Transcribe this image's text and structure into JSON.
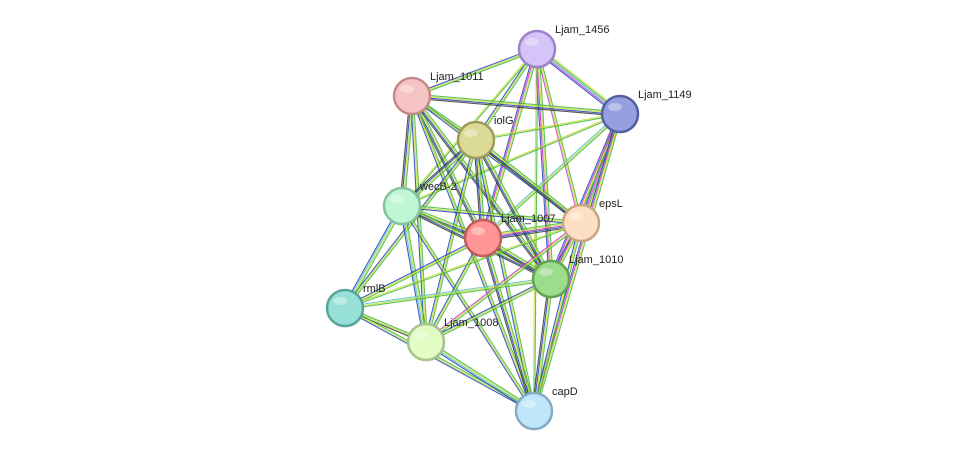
{
  "nodes": [
    {
      "id": "Ljam_1456",
      "label": "Ljam_1456",
      "fill": "#d4c4f7",
      "stroke": "#9b83c9"
    },
    {
      "id": "Ljam_1011",
      "label": "Ljam_1011",
      "fill": "#f7c4c4",
      "stroke": "#c48a8a"
    },
    {
      "id": "Ljam_1149",
      "label": "Ljam_1149",
      "fill": "#96a0e0",
      "stroke": "#5560a0"
    },
    {
      "id": "iolG",
      "label": "iolG",
      "fill": "#dcdb96",
      "stroke": "#9c9b5a"
    },
    {
      "id": "wecB-2",
      "label": "wecB-2",
      "fill": "#bff7d6",
      "stroke": "#85c2a0"
    },
    {
      "id": "epsL",
      "label": "epsL",
      "fill": "#fde0c4",
      "stroke": "#c9a584"
    },
    {
      "id": "Ljam_1007",
      "label": "Ljam_1007",
      "fill": "#ff9595",
      "stroke": "#c25b5b"
    },
    {
      "id": "Ljam_1010",
      "label": "Ljam_1010",
      "fill": "#9ddc8a",
      "stroke": "#62a352"
    },
    {
      "id": "rmlB",
      "label": "rmlB",
      "fill": "#97e0d8",
      "stroke": "#5aa39b"
    },
    {
      "id": "Ljam_1008",
      "label": "Ljam_1008",
      "fill": "#e1fcc4",
      "stroke": "#a7c28a"
    },
    {
      "id": "capD",
      "label": "capD",
      "fill": "#bfe6fa",
      "stroke": "#85abc0"
    }
  ],
  "edges": [
    {
      "a": "Ljam_1456",
      "b": "Ljam_1011",
      "colors": [
        "#3cb83c",
        "#c9dd33",
        "#1f3fb8"
      ]
    },
    {
      "a": "Ljam_1456",
      "b": "Ljam_1149",
      "colors": [
        "#c9dd33",
        "#3cb83c",
        "#53c0d6",
        "#cc33cc",
        "#1f3fb8"
      ]
    },
    {
      "a": "Ljam_1456",
      "b": "iolG",
      "colors": [
        "#3cb83c",
        "#c9dd33",
        "#1f3fb8"
      ]
    },
    {
      "a": "Ljam_1456",
      "b": "wecB-2",
      "colors": [
        "#3cb83c",
        "#c9dd33"
      ]
    },
    {
      "a": "Ljam_1456",
      "b": "Ljam_1007",
      "colors": [
        "#3cb83c",
        "#c9dd33",
        "#cc33cc",
        "#1f3fb8"
      ]
    },
    {
      "a": "Ljam_1456",
      "b": "epsL",
      "colors": [
        "#3cb83c",
        "#c9dd33",
        "#cc33cc"
      ]
    },
    {
      "a": "Ljam_1456",
      "b": "Ljam_1010",
      "colors": [
        "#3cb83c",
        "#c9dd33",
        "#cc33cc",
        "#1f3fb8"
      ]
    },
    {
      "a": "Ljam_1456",
      "b": "capD",
      "colors": [
        "#3cb83c",
        "#c9dd33"
      ]
    },
    {
      "a": "Ljam_1011",
      "b": "Ljam_1149",
      "colors": [
        "#3cb83c",
        "#c9dd33",
        "#1f3fb8",
        "#333333"
      ]
    },
    {
      "a": "Ljam_1011",
      "b": "iolG",
      "colors": [
        "#3cb83c",
        "#c9dd33",
        "#1f3fb8"
      ]
    },
    {
      "a": "Ljam_1011",
      "b": "wecB-2",
      "colors": [
        "#3cb83c",
        "#c9dd33",
        "#1f3fb8",
        "#333333"
      ]
    },
    {
      "a": "Ljam_1011",
      "b": "Ljam_1007",
      "colors": [
        "#3cb83c",
        "#c9dd33",
        "#1f3fb8",
        "#333333"
      ]
    },
    {
      "a": "Ljam_1011",
      "b": "epsL",
      "colors": [
        "#3cb83c",
        "#c9dd33",
        "#1f3fb8"
      ]
    },
    {
      "a": "Ljam_1011",
      "b": "Ljam_1010",
      "colors": [
        "#3cb83c",
        "#c9dd33",
        "#1f3fb8",
        "#333333"
      ]
    },
    {
      "a": "Ljam_1011",
      "b": "Ljam_1008",
      "colors": [
        "#3cb83c",
        "#c9dd33",
        "#1f3fb8"
      ]
    },
    {
      "a": "Ljam_1011",
      "b": "capD",
      "colors": [
        "#3cb83c",
        "#c9dd33",
        "#1f3fb8"
      ]
    },
    {
      "a": "Ljam_1149",
      "b": "iolG",
      "colors": [
        "#3cb83c",
        "#c9dd33"
      ]
    },
    {
      "a": "Ljam_1149",
      "b": "wecB-2",
      "colors": [
        "#3cb83c",
        "#c9dd33"
      ]
    },
    {
      "a": "Ljam_1149",
      "b": "Ljam_1007",
      "colors": [
        "#3cb83c",
        "#c9dd33",
        "#53c0d6"
      ]
    },
    {
      "a": "Ljam_1149",
      "b": "epsL",
      "colors": [
        "#c9dd33",
        "#3cb83c",
        "#cc33cc",
        "#1f3fb8",
        "#c9dd33"
      ]
    },
    {
      "a": "Ljam_1149",
      "b": "Ljam_1010",
      "colors": [
        "#3cb83c",
        "#c9dd33",
        "#cc33cc",
        "#1f3fb8"
      ]
    },
    {
      "a": "Ljam_1149",
      "b": "capD",
      "colors": [
        "#3cb83c",
        "#c9dd33",
        "#cc33cc",
        "#1f3fb8"
      ]
    },
    {
      "a": "iolG",
      "b": "wecB-2",
      "colors": [
        "#3cb83c",
        "#c9dd33",
        "#1f3fb8",
        "#333333"
      ]
    },
    {
      "a": "iolG",
      "b": "Ljam_1007",
      "colors": [
        "#3cb83c",
        "#c9dd33",
        "#1f3fb8",
        "#333333"
      ]
    },
    {
      "a": "iolG",
      "b": "epsL",
      "colors": [
        "#3cb83c",
        "#c9dd33",
        "#1f3fb8",
        "#333333"
      ]
    },
    {
      "a": "iolG",
      "b": "Ljam_1010",
      "colors": [
        "#3cb83c",
        "#c9dd33",
        "#1f3fb8",
        "#333333"
      ]
    },
    {
      "a": "iolG",
      "b": "rmlB",
      "colors": [
        "#3cb83c",
        "#c9dd33",
        "#1f3fb8"
      ]
    },
    {
      "a": "iolG",
      "b": "Ljam_1008",
      "colors": [
        "#3cb83c",
        "#c9dd33",
        "#1f3fb8"
      ]
    },
    {
      "a": "iolG",
      "b": "capD",
      "colors": [
        "#3cb83c",
        "#c9dd33",
        "#1f3fb8"
      ]
    },
    {
      "a": "wecB-2",
      "b": "Ljam_1007",
      "colors": [
        "#3cb83c",
        "#c9dd33",
        "#1f3fb8",
        "#333333"
      ]
    },
    {
      "a": "wecB-2",
      "b": "epsL",
      "colors": [
        "#3cb83c",
        "#c9dd33",
        "#1f3fb8"
      ]
    },
    {
      "a": "wecB-2",
      "b": "Ljam_1010",
      "colors": [
        "#3cb83c",
        "#c9dd33",
        "#1f3fb8",
        "#333333"
      ]
    },
    {
      "a": "wecB-2",
      "b": "rmlB",
      "colors": [
        "#3cb83c",
        "#c9dd33",
        "#53c0d6",
        "#1f3fb8"
      ]
    },
    {
      "a": "wecB-2",
      "b": "Ljam_1008",
      "colors": [
        "#3cb83c",
        "#c9dd33",
        "#53c0d6",
        "#1f3fb8"
      ]
    },
    {
      "a": "wecB-2",
      "b": "capD",
      "colors": [
        "#3cb83c",
        "#c9dd33",
        "#1f3fb8"
      ]
    },
    {
      "a": "Ljam_1007",
      "b": "epsL",
      "colors": [
        "#3cb83c",
        "#c9dd33",
        "#cc33cc",
        "#1f3fb8",
        "#333333"
      ]
    },
    {
      "a": "Ljam_1007",
      "b": "Ljam_1010",
      "colors": [
        "#3cb83c",
        "#c9dd33",
        "#1f3fb8",
        "#333333"
      ]
    },
    {
      "a": "Ljam_1007",
      "b": "rmlB",
      "colors": [
        "#3cb83c",
        "#c9dd33",
        "#1f3fb8"
      ]
    },
    {
      "a": "Ljam_1007",
      "b": "Ljam_1008",
      "colors": [
        "#3cb83c",
        "#c9dd33",
        "#1f3fb8"
      ]
    },
    {
      "a": "Ljam_1007",
      "b": "capD",
      "colors": [
        "#3cb83c",
        "#c9dd33",
        "#1f3fb8",
        "#333333"
      ]
    },
    {
      "a": "epsL",
      "b": "Ljam_1010",
      "colors": [
        "#3cb83c",
        "#c9dd33",
        "#cc33cc",
        "#1f3fb8"
      ]
    },
    {
      "a": "epsL",
      "b": "rmlB",
      "colors": [
        "#3cb83c",
        "#c9dd33"
      ]
    },
    {
      "a": "epsL",
      "b": "Ljam_1008",
      "colors": [
        "#3cb83c",
        "#c9dd33",
        "#cc33cc"
      ]
    },
    {
      "a": "epsL",
      "b": "capD",
      "colors": [
        "#3cb83c",
        "#c9dd33",
        "#1f3fb8"
      ]
    },
    {
      "a": "Ljam_1010",
      "b": "rmlB",
      "colors": [
        "#3cb83c",
        "#c9dd33",
        "#53c0d6"
      ]
    },
    {
      "a": "Ljam_1010",
      "b": "Ljam_1008",
      "colors": [
        "#3cb83c",
        "#c9dd33",
        "#1f3fb8"
      ]
    },
    {
      "a": "Ljam_1010",
      "b": "capD",
      "colors": [
        "#3cb83c",
        "#c9dd33",
        "#1f3fb8",
        "#333333"
      ]
    },
    {
      "a": "rmlB",
      "b": "Ljam_1008",
      "colors": [
        "#3cb83c",
        "#c9dd33",
        "#333333"
      ]
    },
    {
      "a": "rmlB",
      "b": "capD",
      "colors": [
        "#3cb83c",
        "#c9dd33",
        "#1f3fb8"
      ]
    },
    {
      "a": "Ljam_1008",
      "b": "capD",
      "colors": [
        "#3cb83c",
        "#c9dd33",
        "#53c0d6",
        "#1f3fb8"
      ]
    }
  ]
}
